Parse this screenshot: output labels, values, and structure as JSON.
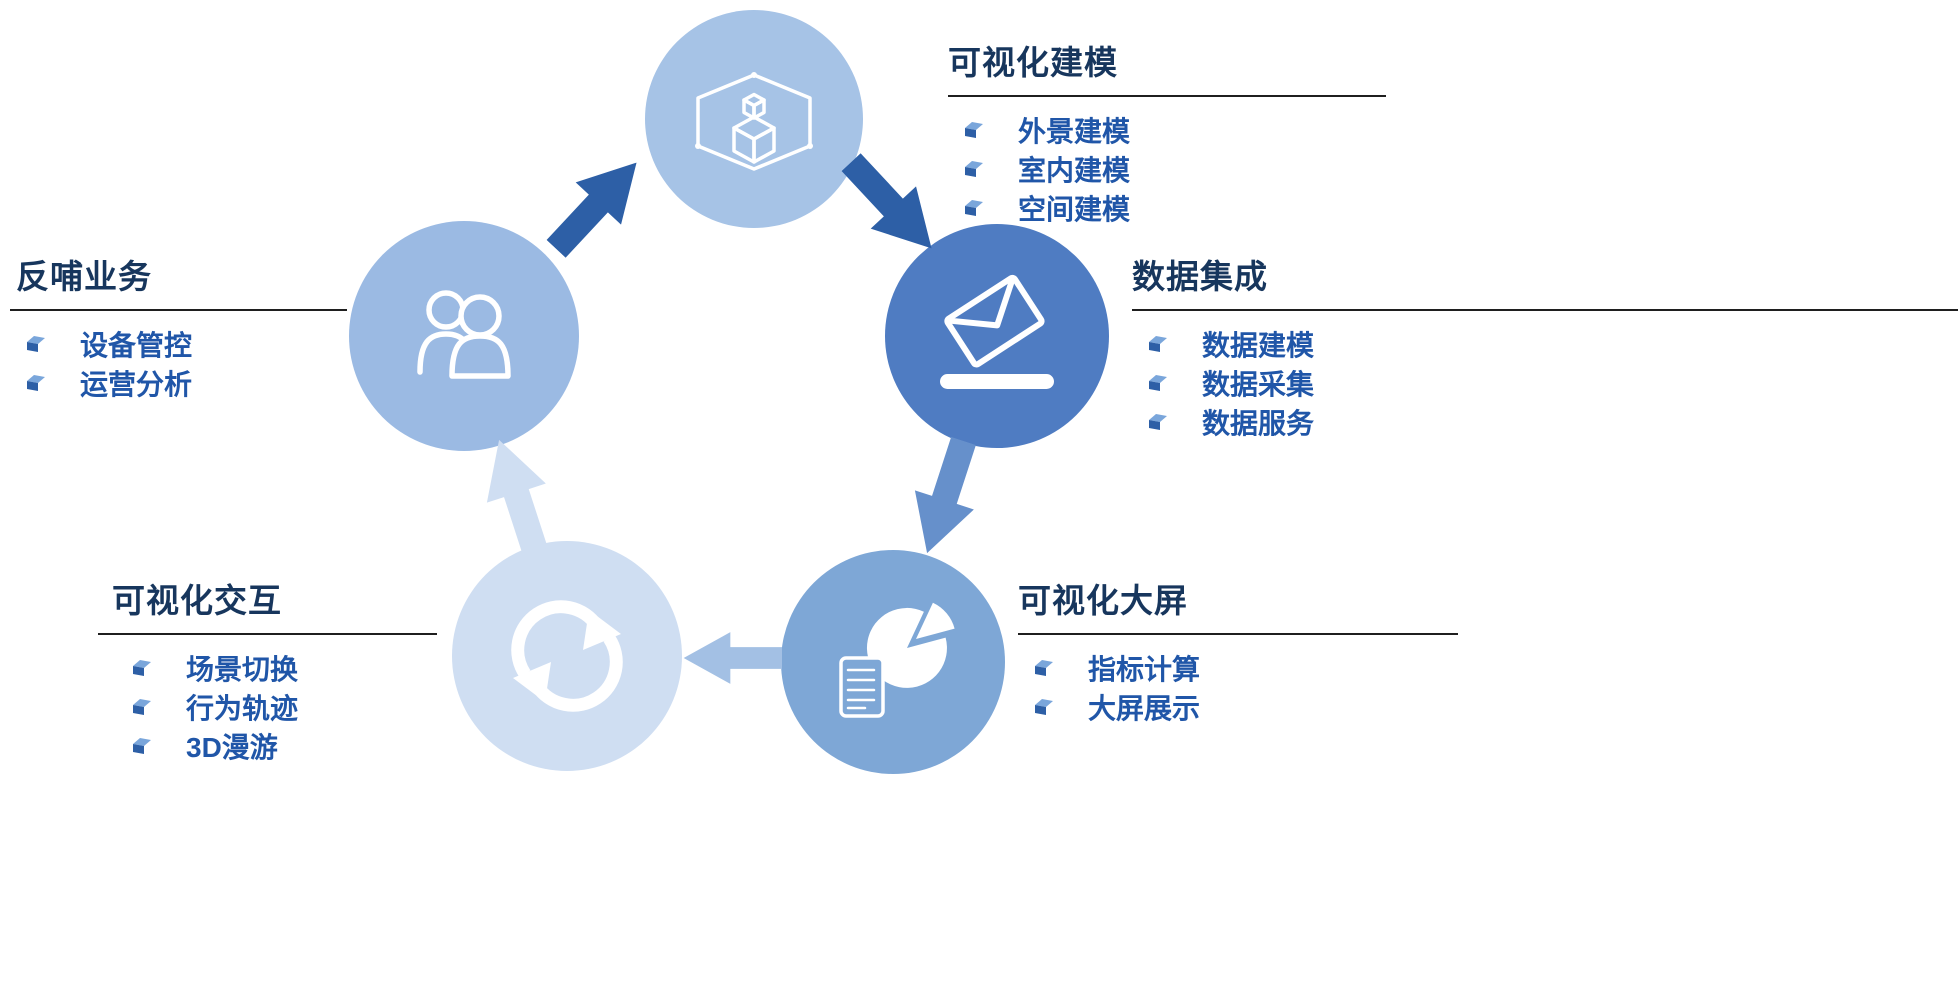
{
  "diagram": {
    "background": "#ffffff",
    "underline_color": "#1f1f1f"
  },
  "text_colors": {
    "title": "#17365d",
    "item": "#2056a8"
  },
  "bullet_icon": {
    "name": "flag-3d-icon",
    "top": "#7aa6db",
    "front": "#2d5fa6"
  },
  "nodes": [
    {
      "id": "modeling",
      "icon": "cube-3d-icon",
      "color": "#a6c3e6"
    },
    {
      "id": "data-integration",
      "icon": "mail-collect-icon",
      "color": "#4f7cc2"
    },
    {
      "id": "bigscreen",
      "icon": "pie-chart-document-icon",
      "color": "#7ea7d6"
    },
    {
      "id": "interaction",
      "icon": "cycle-arrows-icon",
      "color": "#cfdef2"
    },
    {
      "id": "feedback",
      "icon": "users-icon",
      "color": "#9bbae3"
    }
  ],
  "arrows": [
    {
      "from": "feedback",
      "to": "modeling",
      "color": "#2d5fa6"
    },
    {
      "from": "modeling",
      "to": "data-integration",
      "color": "#2d5fa6"
    },
    {
      "from": "data-integration",
      "to": "bigscreen",
      "color": "#6690cb"
    },
    {
      "from": "bigscreen",
      "to": "interaction",
      "color": "#a3c0e4"
    },
    {
      "from": "interaction",
      "to": "feedback",
      "color": "#cfdef2"
    }
  ],
  "sections": [
    {
      "title": "可视化建模",
      "items": [
        "外景建模",
        "室内建模",
        "空间建模"
      ]
    },
    {
      "title": "数据集成",
      "items": [
        "数据建模",
        "数据采集",
        "数据服务"
      ]
    },
    {
      "title": "可视化大屏",
      "items": [
        "指标计算",
        "大屏展示"
      ]
    },
    {
      "title": "可视化交互",
      "items": [
        "场景切换",
        "行为轨迹",
        "3D漫游"
      ]
    },
    {
      "title": "反哺业务",
      "items": [
        "设备管控",
        "运营分析"
      ]
    }
  ]
}
